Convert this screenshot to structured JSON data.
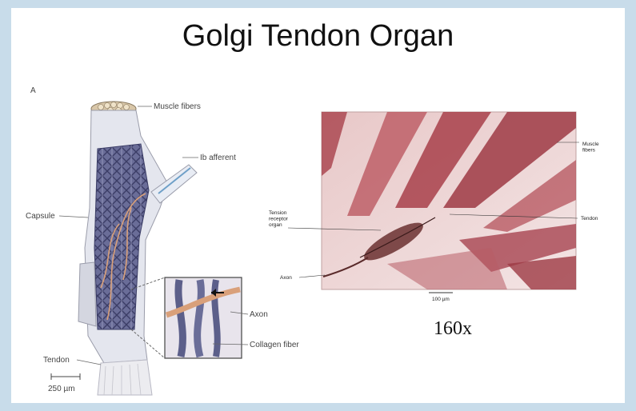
{
  "title": "Golgi Tendon Organ",
  "panel_letter": "A",
  "illustration_labels": {
    "muscle_fibers": "Muscle fibers",
    "ib_afferent": "Ib afferent",
    "capsule": "Capsule",
    "axon": "Axon",
    "collagen_fiber": "Collagen fiber",
    "tendon": "Tendon",
    "scale": "250 µm"
  },
  "micrograph_labels": {
    "muscle_fibers": "Muscle fibers",
    "tendon": "Tendon",
    "tension_receptor_organ": "Tension receptor organ",
    "axon": "Axon",
    "scale": "100 µm"
  },
  "magnification": "160x",
  "colors": {
    "background": "#c8dcea",
    "collagen": "#5c5f8a",
    "axon": "#d9a07a",
    "muscle": "#a8404a"
  }
}
